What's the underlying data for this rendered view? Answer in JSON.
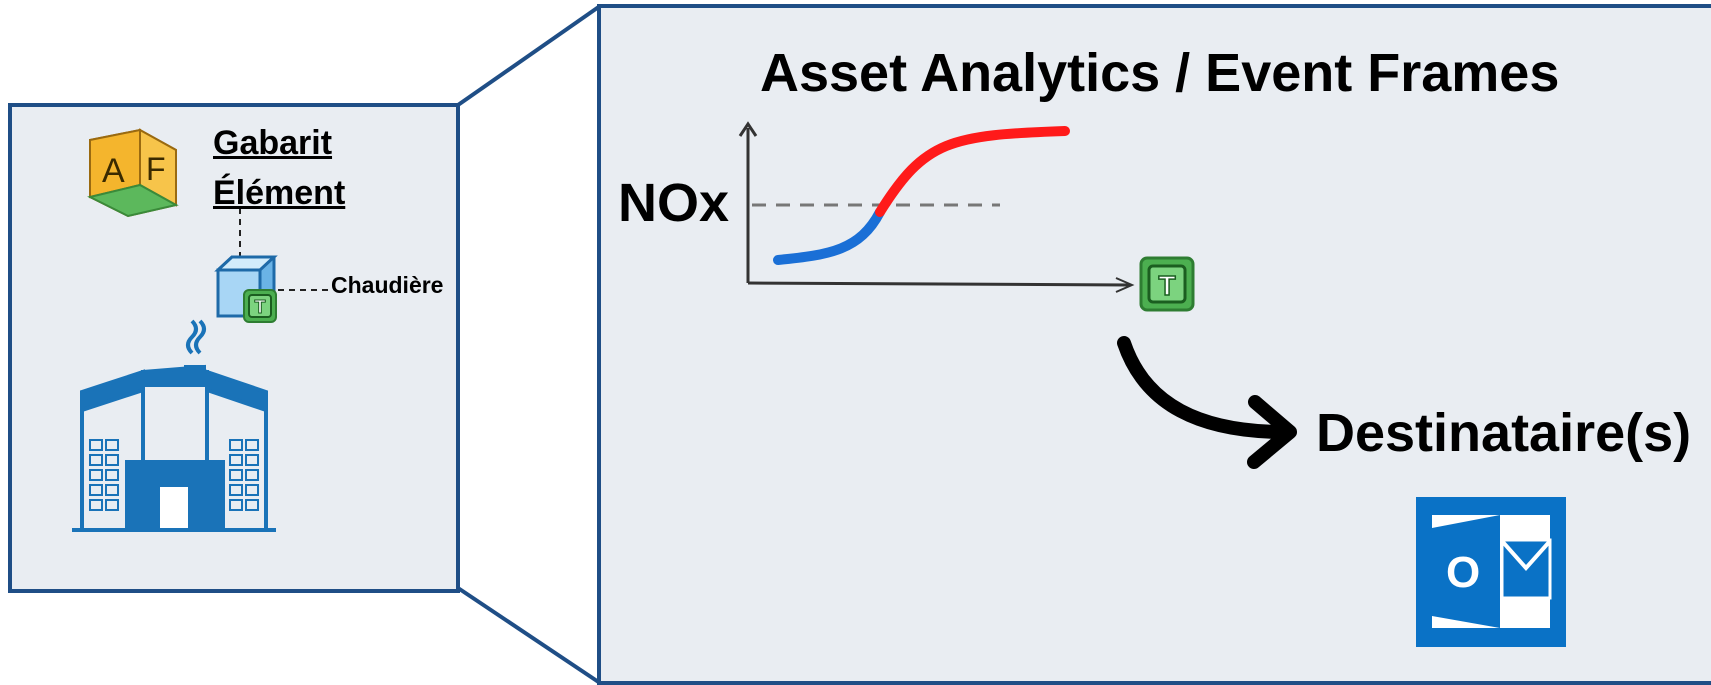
{
  "element_template": {
    "line1": "Gabarit",
    "line2": "Élément"
  },
  "boiler_element": {
    "label": "Chaudière"
  },
  "analytics": {
    "title": "Asset Analytics / Event Frames"
  },
  "chart": {
    "ylabel": "NOx"
  },
  "notification": {
    "recipients_label": "Destinataire(s)"
  },
  "icons": {
    "af_logo_letters": [
      "A",
      "F"
    ],
    "outlook_letter": "O",
    "trigger_letter": "T"
  },
  "colors": {
    "frame_border": "#1f4e86",
    "panel_bg": "#e9edf2",
    "normal_trend": "#1a6fd6",
    "alarm_trend": "#ff1a1a",
    "outlook_blue": "#0a72c6",
    "trigger_green": "#4caf50"
  }
}
